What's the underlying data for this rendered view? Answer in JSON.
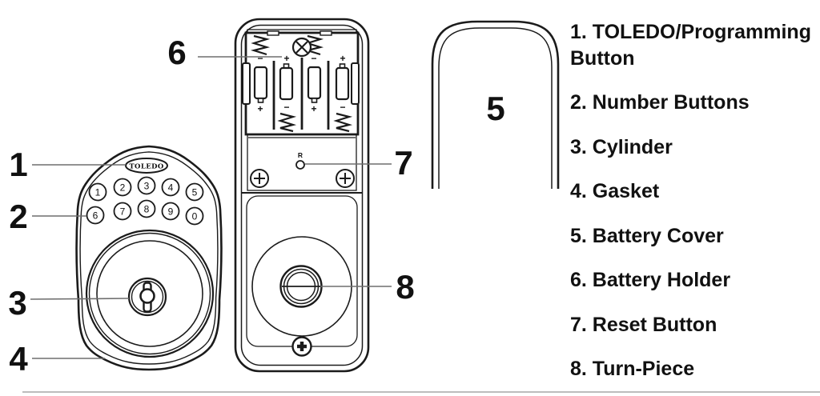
{
  "title": "Lock parts diagram",
  "colors": {
    "line": "#1b1b1b",
    "leader_line": "#6e6e6e",
    "text": "#111111",
    "footer_rule": "#bdbdbd"
  },
  "callouts": {
    "toledo_button": "1",
    "number_buttons": "2",
    "cylinder": "3",
    "gasket": "4",
    "battery_cover": "5",
    "battery_holder": "6",
    "reset_button": "7",
    "turn_piece": "8"
  },
  "front_lock": {
    "brand": "TOLEDO",
    "keypad_buttons": [
      "1",
      "2",
      "3",
      "4",
      "5",
      "6",
      "7",
      "8",
      "9",
      "0"
    ]
  },
  "back_lock": {
    "reset_label": "R",
    "polarity_top": [
      "−",
      "+",
      "−",
      "+"
    ],
    "polarity_bottom": [
      "+",
      "−",
      "+",
      "−"
    ]
  },
  "legend": {
    "items": [
      {
        "label": "1. TOLEDO/Programming Button"
      },
      {
        "label": "2. Number Buttons"
      },
      {
        "label": "3. Cylinder"
      },
      {
        "label": "4. Gasket"
      },
      {
        "label": "5. Battery Cover"
      },
      {
        "label": "6. Battery Holder"
      },
      {
        "label": "7. Reset Button"
      },
      {
        "label": "8. Turn-Piece"
      }
    ]
  }
}
